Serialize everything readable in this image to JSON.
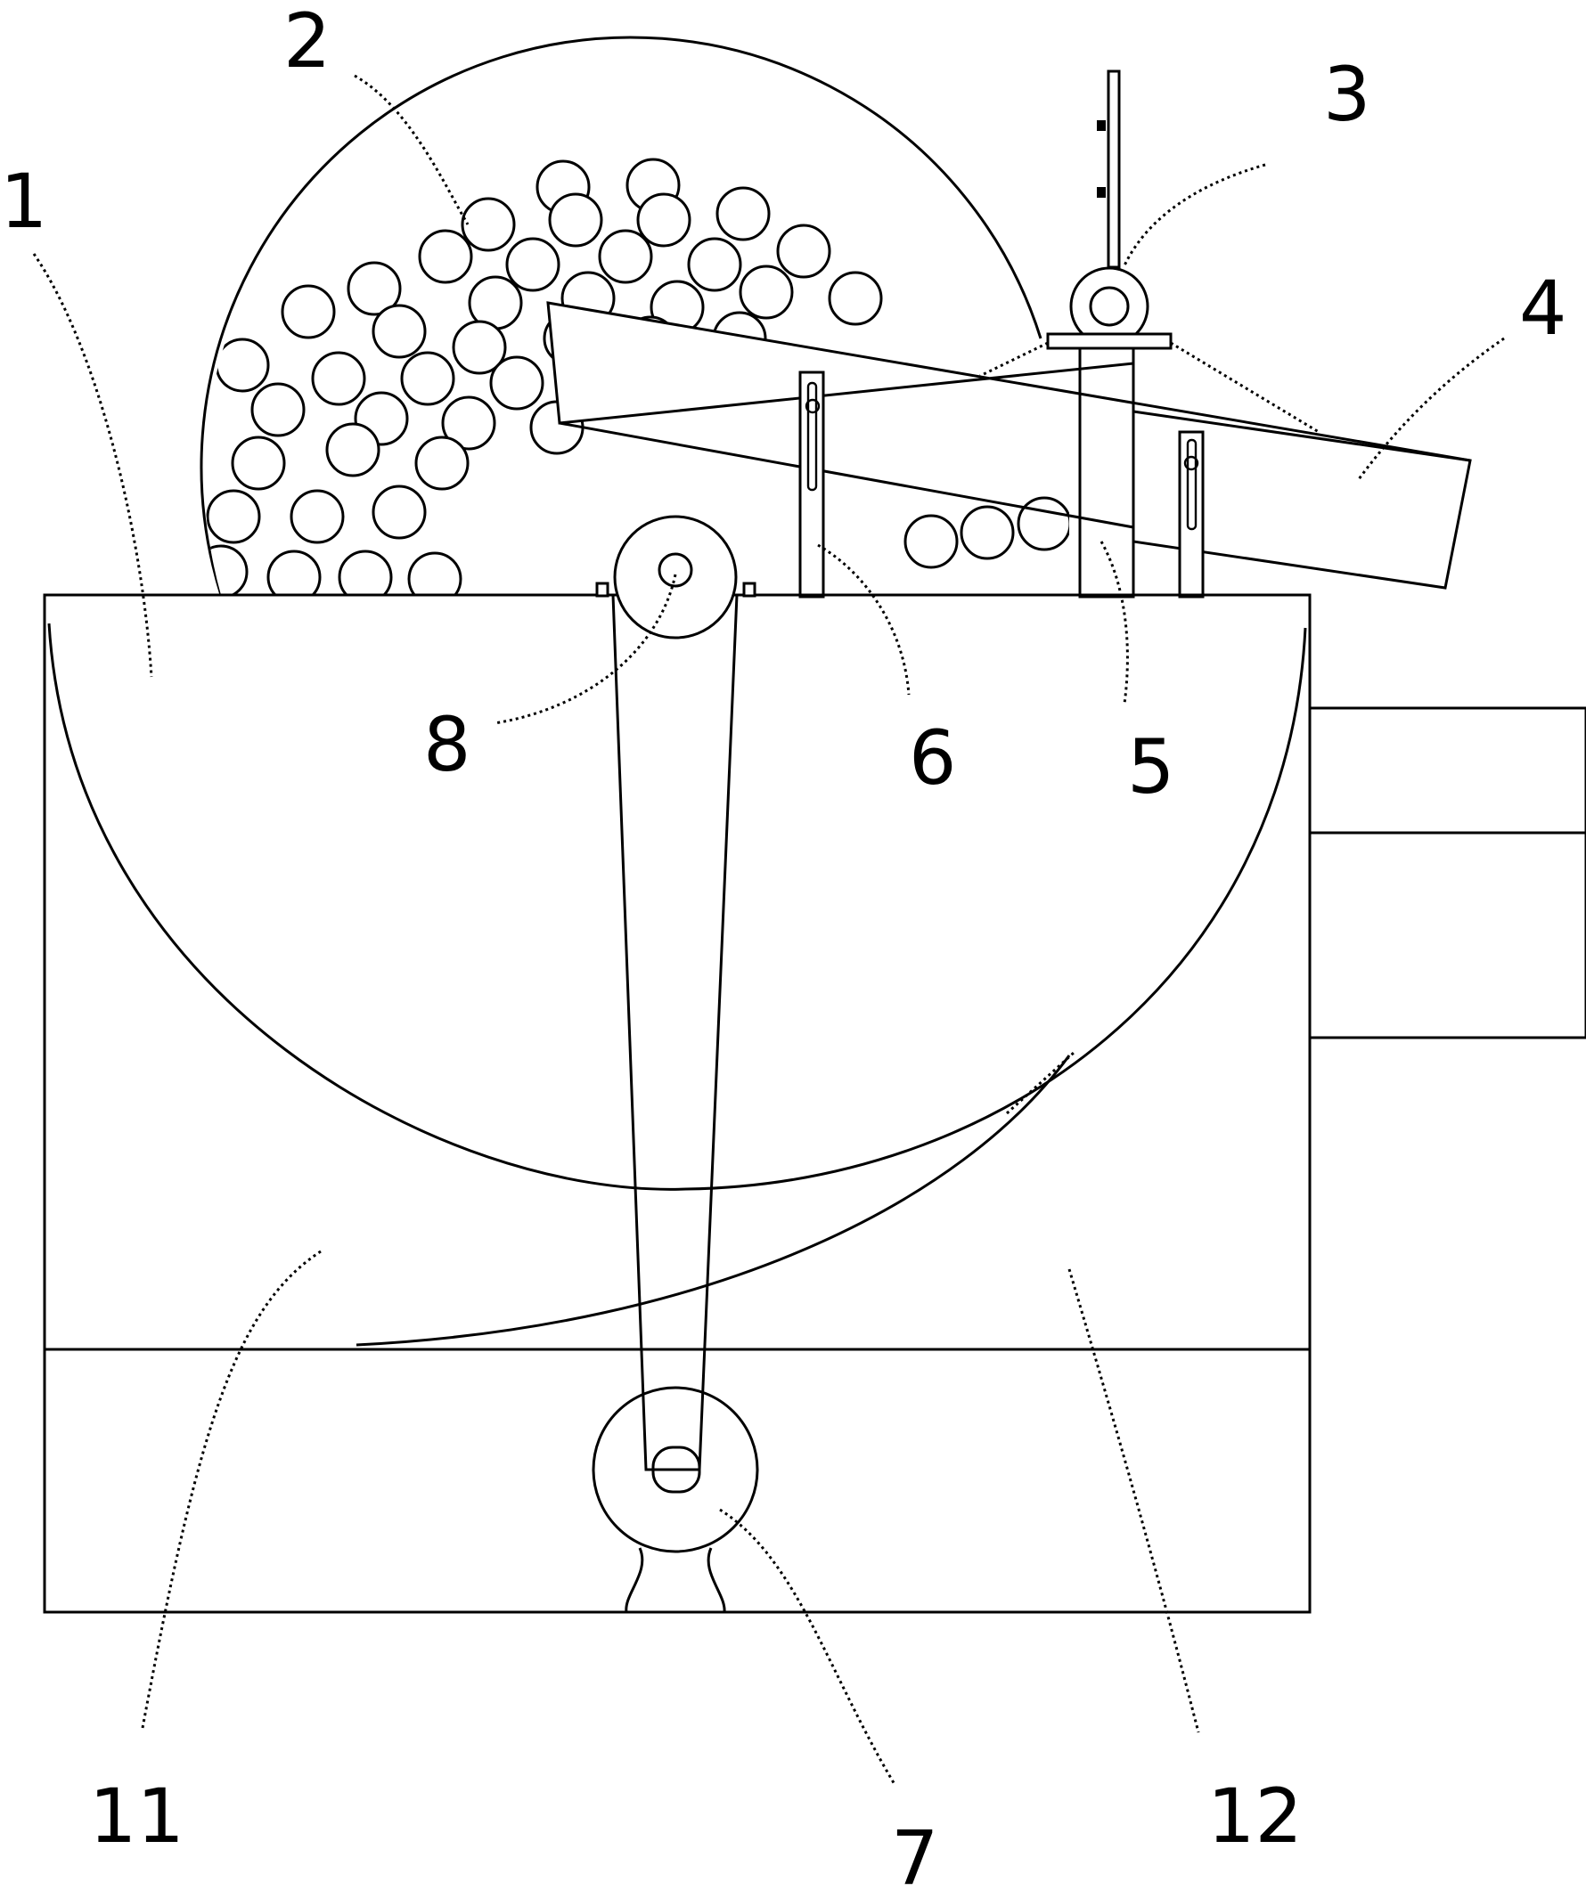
{
  "figure": {
    "callouts": [
      {
        "id": "c1",
        "label": "1"
      },
      {
        "id": "c2",
        "label": "2"
      },
      {
        "id": "c3",
        "label": "3"
      },
      {
        "id": "c4",
        "label": "4"
      },
      {
        "id": "c5",
        "label": "5"
      },
      {
        "id": "c6",
        "label": "6"
      },
      {
        "id": "c7",
        "label": "7"
      },
      {
        "id": "c8",
        "label": "8"
      },
      {
        "id": "c11",
        "label": "11"
      },
      {
        "id": "c12",
        "label": "12"
      }
    ]
  },
  "colors": {
    "line": "#000000",
    "background": "#ffffff"
  }
}
